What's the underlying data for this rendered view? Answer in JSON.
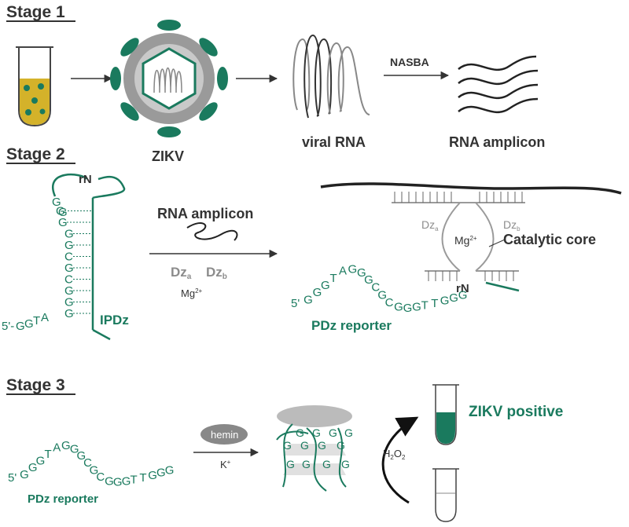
{
  "stages": {
    "s1": "Stage 1",
    "s2": "Stage 2",
    "s3": "Stage 3"
  },
  "stage1": {
    "zikv": "ZIKV",
    "viral_rna": "viral RNA",
    "nasba": "NASBA",
    "rna_amplicon": "RNA amplicon"
  },
  "stage2": {
    "rn_loop": "rN",
    "ipdz": "IPDz",
    "five_prime": "5'-",
    "stem_left": [
      "G",
      "G",
      "T",
      "A",
      "G",
      "G",
      "G",
      "C",
      "G",
      "C",
      "G",
      "G",
      "G",
      "G"
    ],
    "stem_right": [
      "G",
      "G",
      "T",
      "T",
      "G",
      "G",
      "G",
      "C",
      "G",
      "C",
      "G",
      "G"
    ],
    "arrow_top": "RNA amplicon",
    "dza": "Dz",
    "dza_sub": "a",
    "dzb": "Dz",
    "dzb_sub": "b",
    "mg": "Mg",
    "mg_sup": "2+",
    "dza_small": "Dz",
    "dza_small_sub": "a",
    "dzb_small": "Dz",
    "dzb_small_sub": "b",
    "mg_core": "Mg",
    "mg_core_sup": "2+",
    "catalytic_core": "Catalytic core",
    "rn_cut": "rN",
    "pdz_reporter": "PDz reporter",
    "reporter_seq": [
      "5'",
      "G",
      "G",
      "G",
      "T",
      "A",
      "G",
      "G",
      "G",
      "C",
      "G",
      "C",
      "G",
      "G",
      "G",
      "T",
      "T",
      "G",
      "G",
      "G"
    ]
  },
  "stage3": {
    "reporter_seq": [
      "5'",
      "G",
      "G",
      "G",
      "T",
      "A",
      "G",
      "G",
      "G",
      "C",
      "G",
      "C",
      "G",
      "G",
      "G",
      "T",
      "T",
      "G",
      "G",
      "G"
    ],
    "pdz_reporter": "PDz reporter",
    "hemin": "hemin",
    "k": "K",
    "k_sup": "+",
    "h2o2": "H",
    "h2o2_sub": "2",
    "h2o2_o": "O",
    "h2o2_sub2": "2",
    "zikv_positive": "ZIKV positive",
    "quad_letters": [
      "G",
      "G",
      "G",
      "G",
      "G",
      "G",
      "G",
      "G",
      "G",
      "G",
      "G",
      "G"
    ]
  },
  "colors": {
    "green": "#1a7a5e",
    "yellow": "#d4b22a",
    "grey": "#8c8c8c",
    "dark": "#333333"
  }
}
